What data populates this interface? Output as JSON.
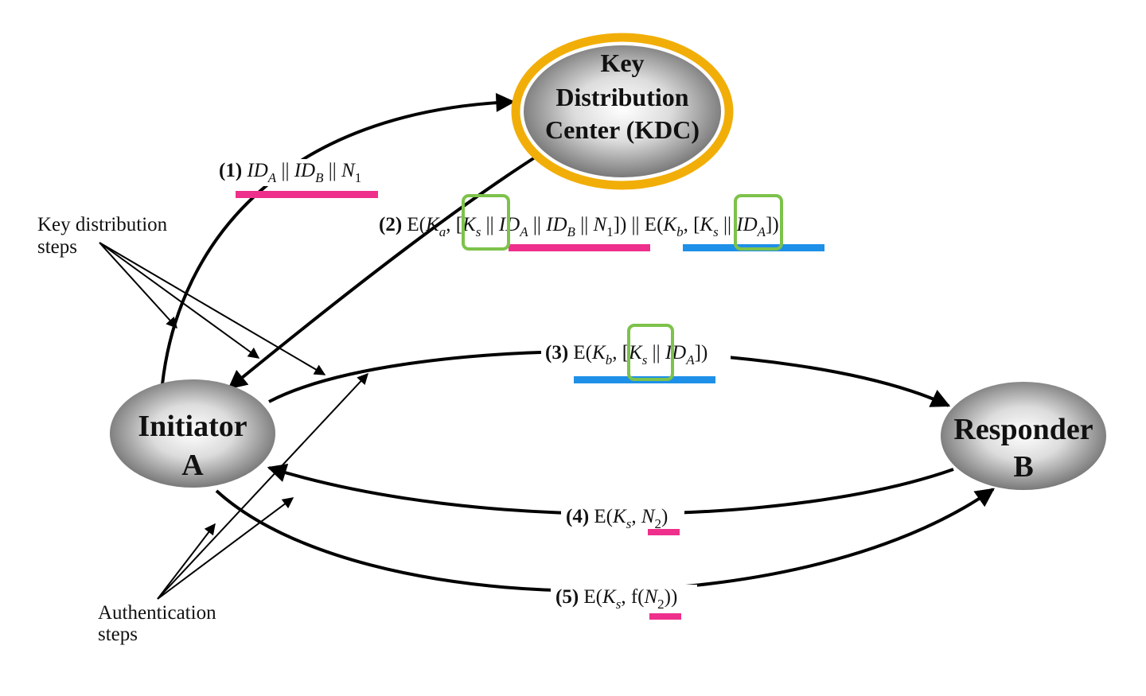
{
  "nodes": {
    "kdc": {
      "lines": [
        "Key",
        "Distribution",
        "Center (KDC)"
      ],
      "ring_color": "#F2AE08"
    },
    "initiator": {
      "lines": [
        "Initiator",
        "A"
      ]
    },
    "responder": {
      "lines": [
        "Responder",
        "B"
      ]
    }
  },
  "messages": {
    "m1": {
      "num": "(1)",
      "id_a": "ID",
      "id_a_sub": "A",
      "sep1": " || ",
      "id_b": "ID",
      "id_b_sub": "B",
      "sep2": " || ",
      "nonce": "N",
      "nonce_sub": "1"
    },
    "m2": {
      "num": "(2)",
      "pre": " E(",
      "ka": "K",
      "ka_sub": "a",
      "comma1": ", [",
      "ks": "K",
      "ks_sub": "s",
      "sep1": " || ",
      "id_a": "ID",
      "id_a_sub": "A",
      "sep2": " || ",
      "id_b": "ID",
      "id_b_sub": "B",
      "sep3": " || ",
      "n1": "N",
      "n1_sub": "1",
      "close1": "])",
      "mid": " || E(",
      "kb": "K",
      "kb_sub": "b",
      "comma2": ", [",
      "ks2": "K",
      "ks2_sub": "s",
      "sep4": " || ",
      "id_a2": "ID",
      "id_a2_sub": "A",
      "close2": "])"
    },
    "m3": {
      "num": "(3)",
      "pre": " E(",
      "kb": "K",
      "kb_sub": "b",
      "comma": ", [",
      "ks": "K",
      "ks_sub": "s",
      "sep": " || ",
      "id_a": "ID",
      "id_a_sub": "A",
      "close": "])"
    },
    "m4": {
      "num": "(4)",
      "pre": " E(",
      "ks": "K",
      "ks_sub": "s",
      "comma": ", ",
      "n2": "N",
      "n2_sub": "2",
      "close": ")"
    },
    "m5": {
      "num": "(5)",
      "pre": " E(",
      "ks": "K",
      "ks_sub": "s",
      "comma": ", f(",
      "n2": "N",
      "n2_sub": "2",
      "close": "))"
    }
  },
  "annotations": {
    "key_distribution": {
      "line1": "Key distribution",
      "line2": "steps"
    },
    "authentication": {
      "line1": "Authentication",
      "line2": "steps"
    }
  },
  "highlight_colors": {
    "pink": "#EE2F8C",
    "blue": "#1E90E8",
    "green": "#7DC24B"
  }
}
